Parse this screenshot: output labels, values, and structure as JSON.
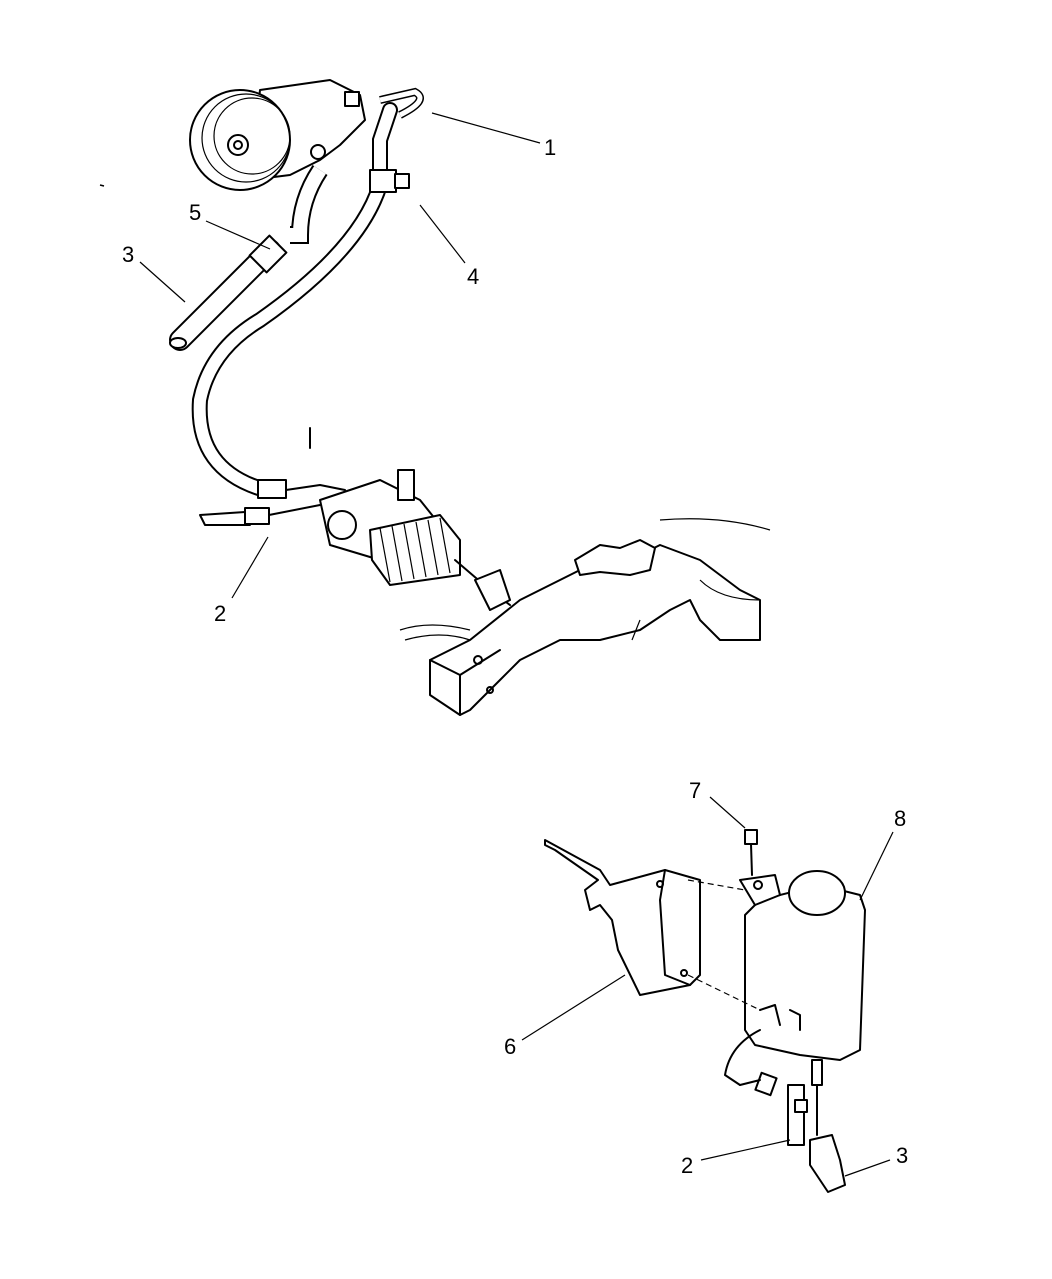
{
  "diagram": {
    "title": "Power steering hoses, pump and reservoir assembly",
    "callouts_top": [
      {
        "id": "c1",
        "label": "1"
      },
      {
        "id": "c5",
        "label": "5"
      },
      {
        "id": "c3",
        "label": "3"
      },
      {
        "id": "c4",
        "label": "4"
      },
      {
        "id": "c2",
        "label": "2"
      }
    ],
    "callouts_bottom": [
      {
        "id": "c7",
        "label": "7"
      },
      {
        "id": "c8",
        "label": "8"
      },
      {
        "id": "c6",
        "label": "6"
      },
      {
        "id": "c2b",
        "label": "2"
      },
      {
        "id": "c3b",
        "label": "3"
      }
    ]
  }
}
